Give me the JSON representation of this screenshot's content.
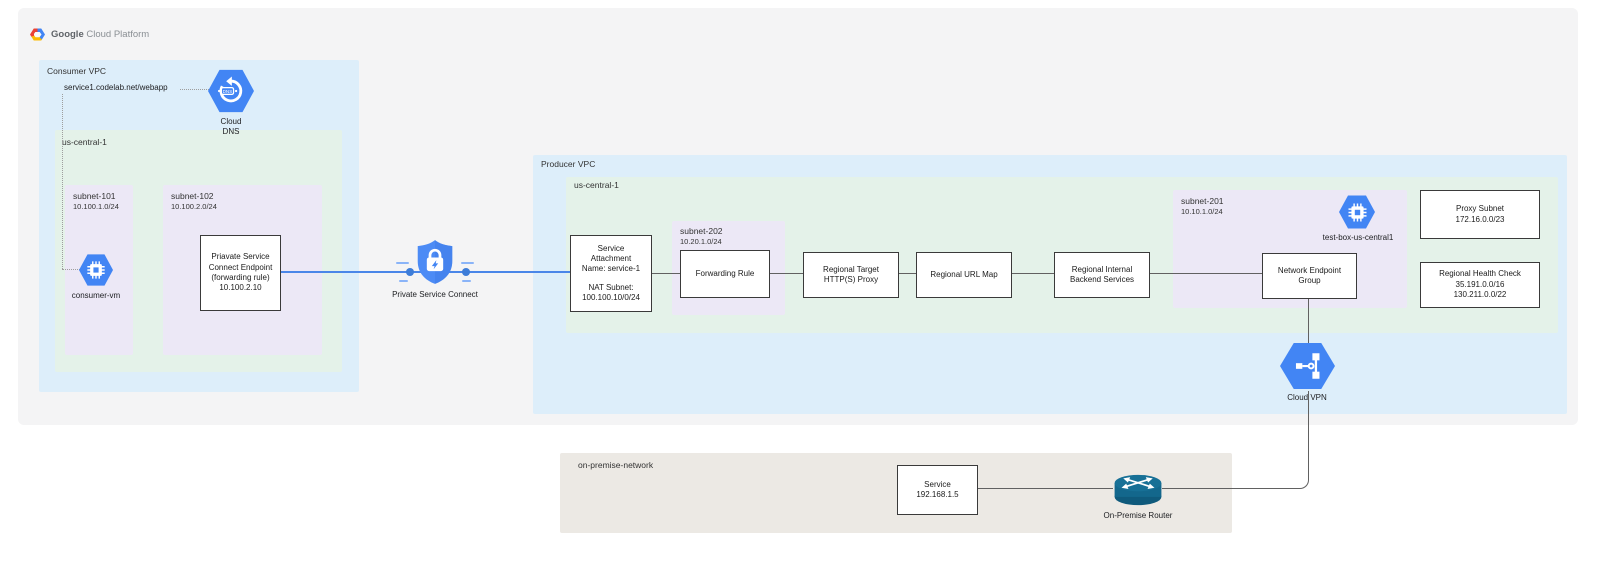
{
  "brand": {
    "google": "Google",
    "suffix": " Cloud Platform"
  },
  "consumer_vpc": {
    "label": "Consumer VPC",
    "dns_record": "service1.codelab.net/webapp",
    "cloud_dns": {
      "badge": "DNS",
      "label_line1": "Cloud",
      "label_line2": "DNS"
    },
    "region_label": "us-central-1",
    "subnet_101": {
      "name": "subnet-101",
      "cidr": "10.100.1.0/24"
    },
    "consumer_vm_label": "consumer-vm",
    "subnet_102": {
      "name": "subnet-102",
      "cidr": "10.100.2.0/24"
    },
    "endpoint_lines": [
      "Priavate Service",
      "Connect Endpoint",
      "(forwarding rule)",
      "10.100.2.10"
    ]
  },
  "psc": {
    "label": "Private Service Connect"
  },
  "producer_vpc": {
    "label": "Producer VPC",
    "region_label": "us-central-1",
    "service_attachment_lines": [
      "Service",
      "Attachment",
      "Name: service-1",
      "NAT Subnet:",
      "100.100.10/0/24"
    ],
    "subnet_202": {
      "name": "subnet-202",
      "cidr": "10.20.1.0/24"
    },
    "forwarding_rule": "Forwarding Rule",
    "target_proxy_lines": [
      "Regional Target",
      "HTTP(S) Proxy"
    ],
    "url_map": "Regional URL Map",
    "backend_lines": [
      "Regional Internal",
      "Backend Services"
    ],
    "subnet_201": {
      "name": "subnet-201",
      "cidr": "10.10.1.0/24"
    },
    "test_box_label": "test-box-us-central1",
    "neg_lines": [
      "Network Endpoint",
      "Group"
    ],
    "proxy_subnet_lines": [
      "Proxy Subnet",
      "172.16.0.0/23"
    ],
    "health_check_lines": [
      "Regional Health Check",
      "35.191.0.0/16",
      "130.211.0.0/22"
    ]
  },
  "cloud_vpn_label": "Cloud VPN",
  "on_premise": {
    "label": "on-premise-network",
    "service_lines": [
      "Service",
      "192.168.1.5"
    ],
    "router_label": "On-Premise Router"
  },
  "colors": {
    "icon_blue": "#4285f4",
    "line_blue": "#4a86e8",
    "line_gray": "#616161",
    "vpc_blue": "#ddeefa",
    "region_green": "#e4f2e9",
    "subnet_purple": "#ece8f6",
    "onprem_beige": "#ece9e4",
    "router_teal": "#13678c"
  },
  "icons": {
    "gcp-logo": "tricolor-hexagon",
    "cloud-dns-icon": "blue-hexagon-circular-arrow-dns-badge",
    "consumer-vm-icon": "blue-hexagon-chip",
    "private-service-connect-icon": "blue-shield-lock-lightning",
    "test-box-icon": "blue-hexagon-chip",
    "cloud-vpn-icon": "blue-hexagon-tunnel-link",
    "on-premise-router-icon": "teal-cylinder-crossed-arrows"
  }
}
